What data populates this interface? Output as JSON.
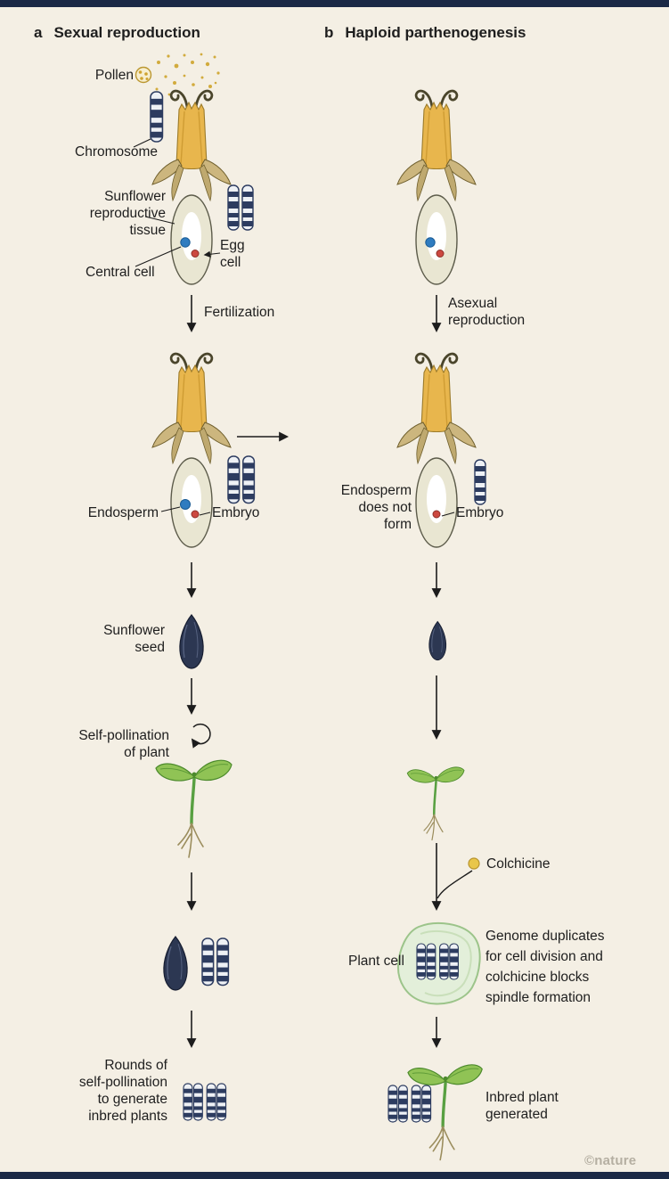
{
  "panel_a": {
    "letter": "a",
    "title": "Sexual reproduction",
    "pollen": "Pollen",
    "chromosome": "Chromosome",
    "tissue": "Sunflower\nreproductive\ntissue",
    "egg_cell": "Egg\ncell",
    "central_cell": "Central cell",
    "fertilization": "Fertilization",
    "endosperm": "Endosperm",
    "embryo": "Embryo",
    "sunflower_seed": "Sunflower\nseed",
    "self_pollination": "Self-pollination\nof plant",
    "rounds": "Rounds of\nself-pollination\nto generate\ninbred plants"
  },
  "panel_b": {
    "letter": "b",
    "title": "Haploid parthenogenesis",
    "asexual": "Asexual\nreproduction",
    "endosperm_not_form": "Endosperm\ndoes not\nform",
    "embryo": "Embryo",
    "colchicine": "Colchicine",
    "plant_cell": "Plant cell",
    "genome_note": "Genome duplicates\nfor cell division and\ncolchicine blocks\nspindle formation",
    "inbred": "Inbred plant\ngenerated"
  },
  "credit": "©nature",
  "colors": {
    "background": "#f4efe4",
    "border_bar": "#1b2946",
    "chromosome_navy": "#2d3c60",
    "petal_gold": "#e8b64d",
    "sepal_tan": "#ccb67e",
    "leaf_green": "#90c355",
    "cell_green": "#e3efda",
    "endosperm_blue": "#2f7cc0",
    "embryo_red": "#cc4840",
    "colchicine_yellow": "#e9c64a",
    "seed_navy": "#2c3752"
  },
  "illustrations": [
    "pollen-icon",
    "sunflower-flower",
    "chromosome",
    "chromosome-pair",
    "sunflower-seed",
    "seedling",
    "self-pollination-cycle-icon",
    "plant-cell",
    "colchicine-dot",
    "arrow"
  ]
}
